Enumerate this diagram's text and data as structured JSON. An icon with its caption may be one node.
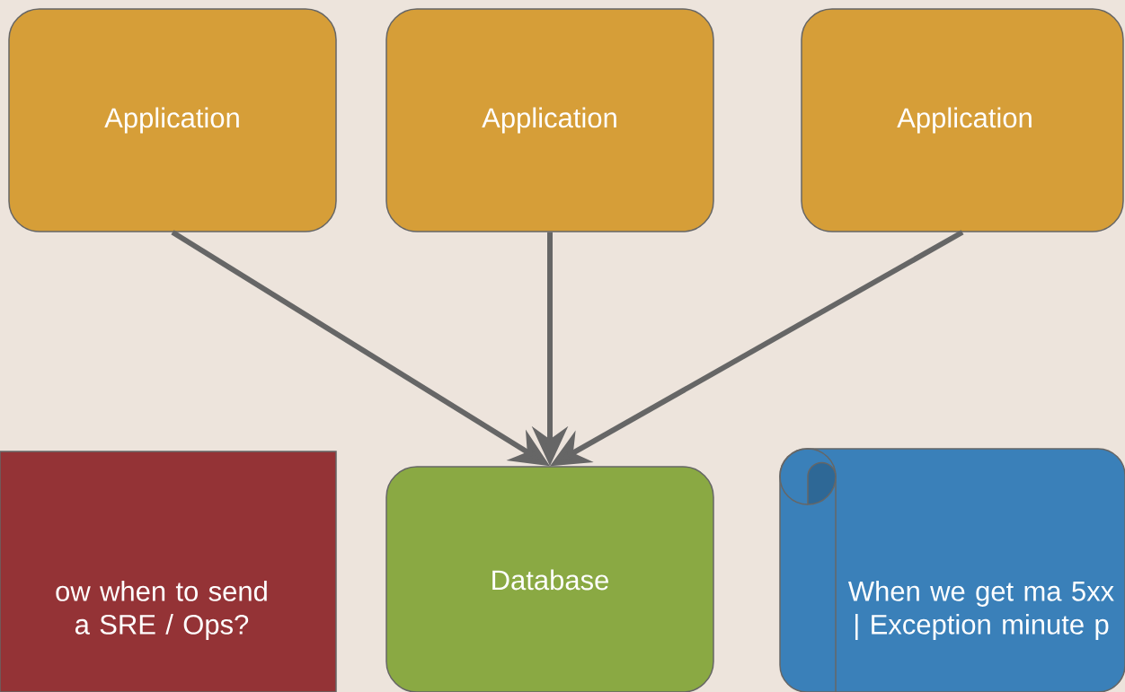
{
  "diagram": {
    "nodes": [
      {
        "text": [
          "Application"
        ]
      },
      {
        "text": [
          "Application"
        ]
      },
      {
        "text": [
          "Application"
        ]
      },
      {
        "text": [
          "ow when to send a SRE / Ops?"
        ]
      },
      {
        "text": [
          "Database"
        ]
      },
      {
        "text": [
          "When we get ma 5xx | Exception minute p"
        ]
      }
    ],
    "edges": [
      {
        "from": 0,
        "to": 4,
        "arrow": "to"
      },
      {
        "from": 1,
        "to": 4,
        "arrow": "to"
      },
      {
        "from": 2,
        "to": 4,
        "arrow": "to"
      }
    ]
  }
}
